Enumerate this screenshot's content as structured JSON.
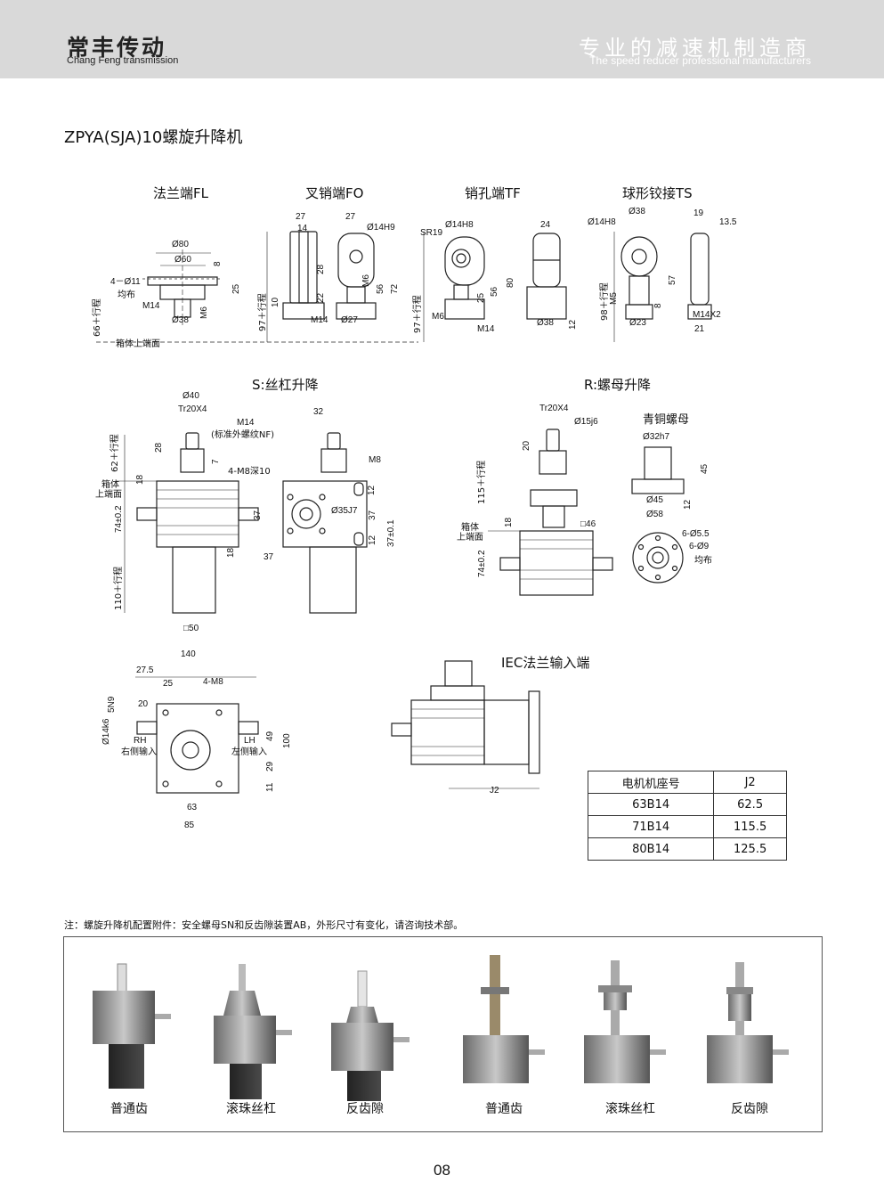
{
  "header": {
    "brand_cn": "常丰传动",
    "brand_en": "Chang Feng transmission",
    "slogan_cn": "专业的减速机制造商",
    "slogan_en": "The speed reducer professional manufacturers"
  },
  "title": "ZPYA(SJA)10螺旋升降机",
  "ends": {
    "fl": "法兰端FL",
    "fo": "叉销端FO",
    "tf": "销孔端TF",
    "ts": "球形铰接TS"
  },
  "sections": {
    "s": "S:丝杠升降",
    "r": "R:螺母升降",
    "bronze_nut": "青铜螺母",
    "iec": "IEC法兰输入端"
  },
  "dims": {
    "fl": [
      "Ø80",
      "Ø60",
      "4－Ø11",
      "均布",
      "8",
      "25",
      "M14",
      "M6",
      "Ø38",
      "66＋行程",
      "箱体上端面"
    ],
    "fo": [
      "27",
      "14",
      "27",
      "Ø14H9",
      "28",
      "22",
      "10",
      "M6",
      "56",
      "72",
      "97＋行程",
      "M14",
      "Ø27"
    ],
    "tf": [
      "Ø14H8",
      "SR19",
      "24",
      "56",
      "80",
      "25",
      "97＋行程",
      "M6",
      "M14",
      "Ø38",
      "12"
    ],
    "ts": [
      "Ø38",
      "Ø14H8",
      "19",
      "13.5",
      "57",
      "98＋行程",
      "M5",
      "8",
      "Ø23",
      "M14X2",
      "21"
    ],
    "s": [
      "Ø40",
      "Tr20X4",
      "M14",
      "(标准外螺纹NF)",
      "28",
      "62＋行程",
      "7",
      "18",
      "箱体",
      "上端面",
      "74±0.2",
      "37",
      "18",
      "110＋行程",
      "□50",
      "32",
      "M8",
      "4-M8深10",
      "12",
      "Ø35J7",
      "37",
      "12",
      "37±0.1",
      "37"
    ],
    "r": [
      "Tr20X4",
      "Ø15j6",
      "20",
      "115＋行程",
      "18",
      "箱体",
      "上端面",
      "□46",
      "74±0.2",
      "Ø32h7",
      "45",
      "Ø45",
      "Ø58",
      "12",
      "6-Ø5.5",
      "6-Ø9",
      "均布"
    ],
    "plan": [
      "140",
      "27.5",
      "25",
      "4-M8",
      "5N9",
      "20",
      "Ø14k6",
      "RH",
      "右侧输入",
      "LH",
      "左侧输入",
      "100",
      "49",
      "29",
      "11",
      "63",
      "85"
    ],
    "iec": [
      "J2"
    ]
  },
  "motor_table": {
    "header": [
      "电机机座号",
      "J2"
    ],
    "rows": [
      [
        "63B14",
        "62.5"
      ],
      [
        "71B14",
        "115.5"
      ],
      [
        "80B14",
        "125.5"
      ]
    ]
  },
  "note": "注：螺旋升降机配置附件：安全螺母SN和反齿隙装置AB，外形尺寸有变化，请咨询技术部。",
  "photos": {
    "labels": [
      "普通齿",
      "滚珠丝杠",
      "反齿隙",
      "普通齿",
      "滚珠丝杠",
      "反齿隙"
    ]
  },
  "page_number": "08"
}
